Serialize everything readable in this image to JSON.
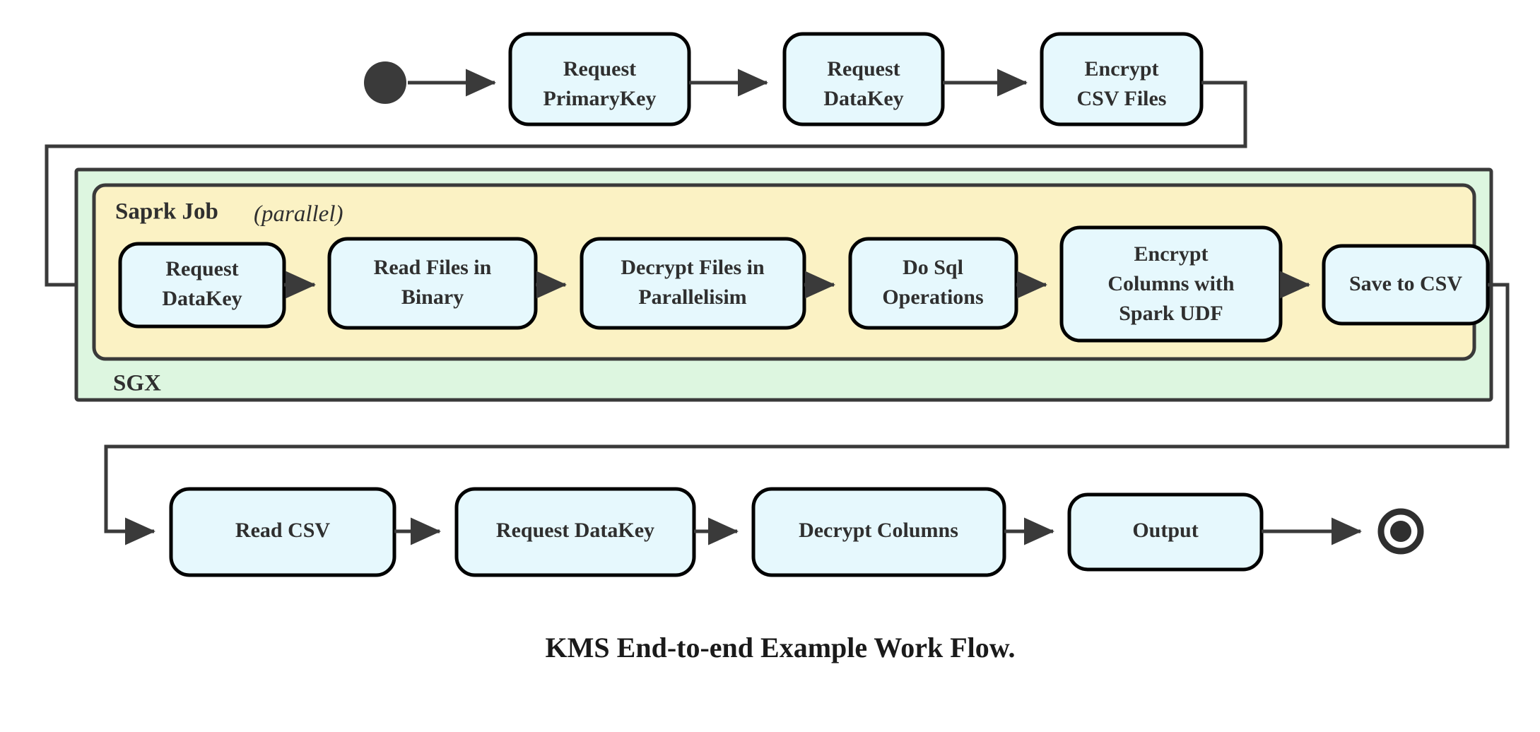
{
  "figure": {
    "caption": "KMS End-to-end Example Work Flow.",
    "colors": {
      "node_fill": "#e6f8fd",
      "node_stroke": "#000000",
      "sgx_fill": "#ddf6e0",
      "spark_fill": "#fbf2c4",
      "line": "#3a3a3a",
      "text": "#2f2f2f",
      "background": "#ffffff"
    }
  },
  "markers": {
    "start_label": "start-node",
    "end_label": "end-node"
  },
  "containers": {
    "sgx": {
      "label": "SGX"
    },
    "spark": {
      "label_bold": "Saprk Job",
      "label_italic": "(parallel)"
    }
  },
  "top_row": {
    "nodes": [
      {
        "id": "request-primarykey",
        "lines": [
          "Request",
          "PrimaryKey"
        ]
      },
      {
        "id": "request-datakey-top",
        "lines": [
          "Request",
          "DataKey"
        ]
      },
      {
        "id": "encrypt-csv-files",
        "lines": [
          "Encrypt",
          "CSV Files"
        ]
      }
    ]
  },
  "middle_row": {
    "nodes": [
      {
        "id": "request-datakey-spark",
        "lines": [
          "Request",
          "DataKey"
        ]
      },
      {
        "id": "read-files-in-binary",
        "lines": [
          "Read Files in",
          "Binary"
        ]
      },
      {
        "id": "decrypt-files-in-parallelisim",
        "lines": [
          "Decrypt Files in",
          "Parallelisim"
        ]
      },
      {
        "id": "do-sql-operations",
        "lines": [
          "Do Sql",
          "Operations"
        ]
      },
      {
        "id": "encrypt-columns-with-spark-udf",
        "lines": [
          "Encrypt",
          "Columns with",
          "Spark UDF"
        ]
      },
      {
        "id": "save-to-csv",
        "lines": [
          "Save to CSV"
        ]
      }
    ]
  },
  "bottom_row": {
    "nodes": [
      {
        "id": "read-csv",
        "lines": [
          "Read CSV"
        ]
      },
      {
        "id": "request-datakey-bottom",
        "lines": [
          "Request DataKey"
        ]
      },
      {
        "id": "decrypt-columns",
        "lines": [
          "Decrypt Columns"
        ]
      },
      {
        "id": "output",
        "lines": [
          "Output"
        ]
      }
    ]
  }
}
